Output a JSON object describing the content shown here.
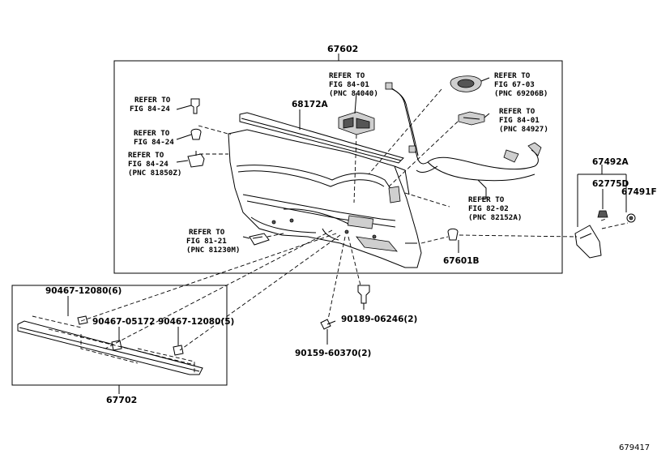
{
  "diagram": {
    "figure_id": "679417",
    "frame_label": "67602",
    "lower_frame_label": "67702",
    "callouts": {
      "r1": {
        "l1": "REFER TO",
        "l2": "FIG 84-24"
      },
      "r2": {
        "l1": "REFER TO",
        "l2": "FIG 84-24"
      },
      "r3": {
        "l1": "REFER TO",
        "l2": "FIG 84-24",
        "l3": "(PNC 81850Z)"
      },
      "r4": {
        "l1": "REFER TO",
        "l2": "FIG 84-01",
        "l3": "(PNC 84040)"
      },
      "r5": {
        "l1": "REFER TO",
        "l2": "FIG 67-03",
        "l3": "(PNC 69206B)"
      },
      "r6": {
        "l1": "REFER TO",
        "l2": "FIG 84-01",
        "l3": "(PNC 84927)"
      },
      "r7": {
        "l1": "REFER TO",
        "l2": "FIG 82-02",
        "l3": "(PNC 82152A)"
      },
      "r8": {
        "l1": "REFER TO",
        "l2": "FIG 81-21",
        "l3": "(PNC 81230M)"
      }
    },
    "part_numbers": {
      "p68172a": "68172A",
      "p67492a": "67492A",
      "p62775d": "62775D",
      "p67491f": "67491F",
      "p67601b": "67601B",
      "p90467_12080_6": "90467-12080(6)",
      "p90467_05172": "90467-05172",
      "p90467_12080_5": "90467-12080(5)",
      "p90189": "90189-06246(2)",
      "p90159": "90159-60370(2)"
    }
  }
}
